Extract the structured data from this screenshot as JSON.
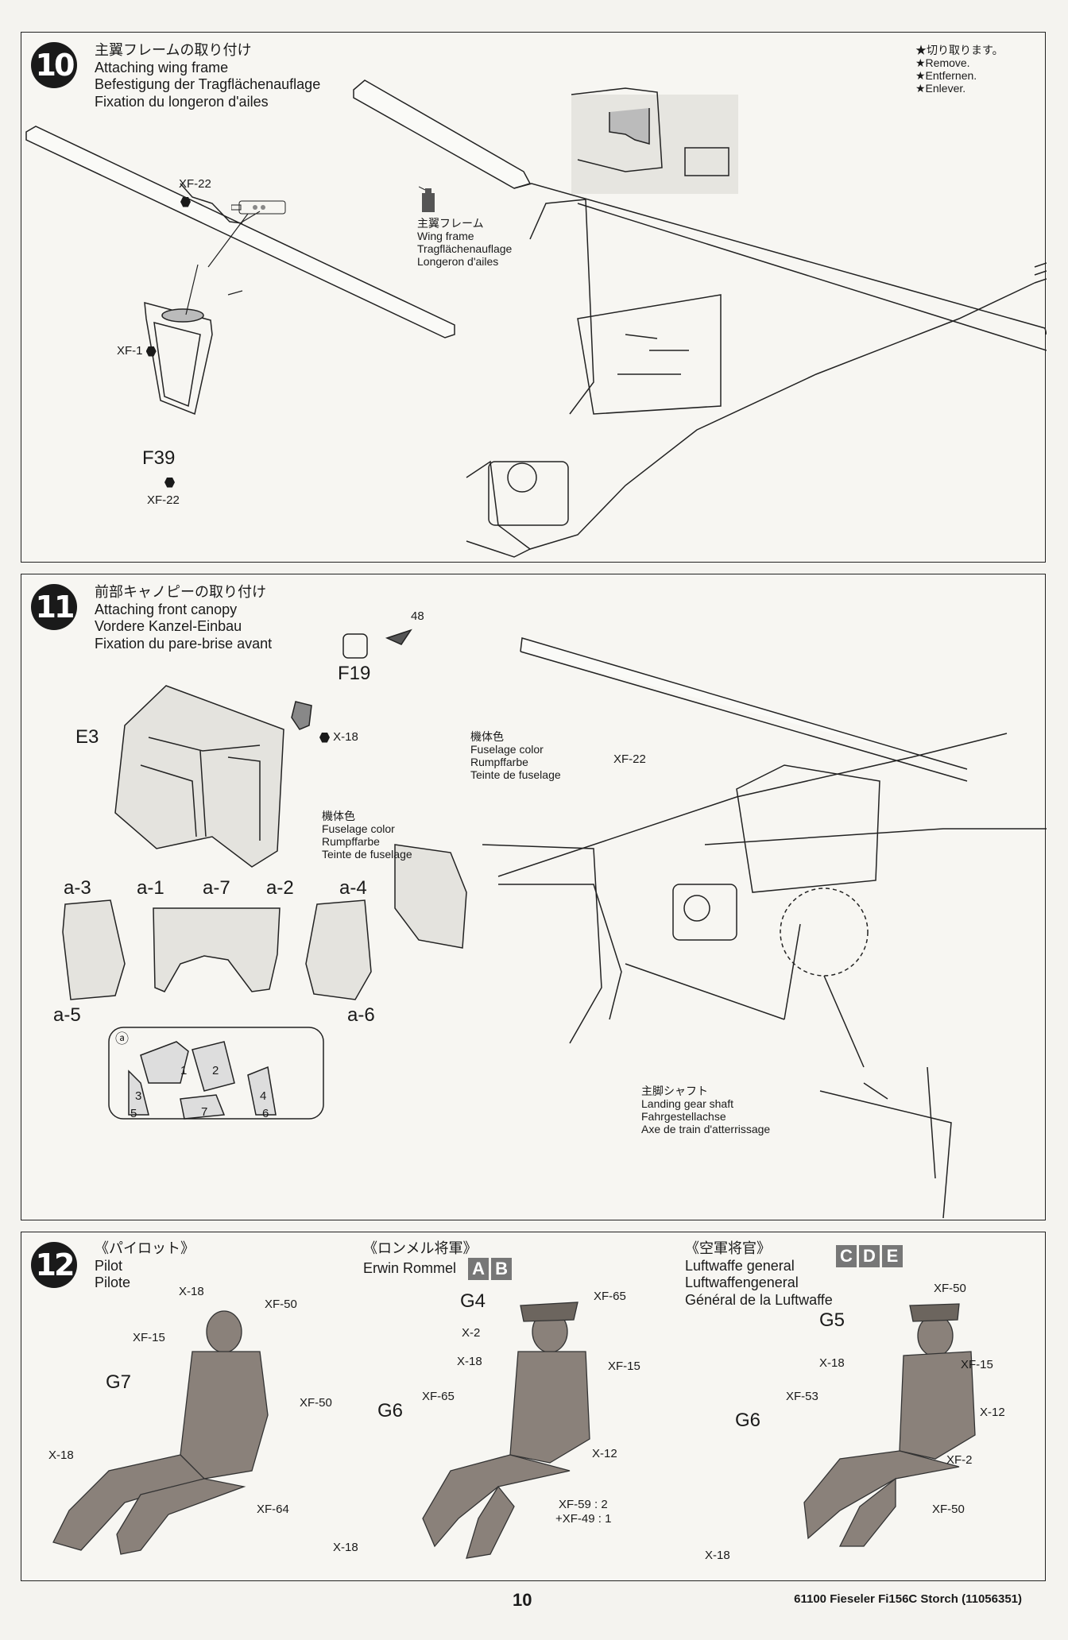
{
  "step10": {
    "number": "10",
    "title_jp": "主翼フレームの取り付け",
    "title_en": "Attaching wing frame",
    "title_de": "Befestigung der Tragflächenauflage",
    "title_fr": "Fixation du longeron d'ailes",
    "remove_jp": "★切り取ります。",
    "remove_en": "★Remove.",
    "remove_de": "★Entfernen.",
    "remove_fr": "★Enlever.",
    "paint_top": "XF-22",
    "paint_left": "XF-1",
    "part_f39": "F39",
    "paint_f39": "XF-22",
    "wingframe_jp": "主翼フレーム",
    "wingframe_en": "Wing frame",
    "wingframe_de": "Tragflächenauflage",
    "wingframe_fr": "Longeron d'ailes"
  },
  "step11": {
    "number": "11",
    "title_jp": "前部キャノピーの取り付け",
    "title_en": "Attaching front canopy",
    "title_de": "Vordere Kanzel-Einbau",
    "title_fr": "Fixation du pare-brise avant",
    "brush_num": "48",
    "part_f19": "F19",
    "paint_f19": "X-18",
    "part_e3": "E3",
    "fuselage_jp": "機体色",
    "fuselage_en": "Fuselage color",
    "fuselage_de": "Rumpffarbe",
    "fuselage_fr": "Teinte de fuselage",
    "fuselage2_jp": "機体色",
    "fuselage2_en": "Fuselage color",
    "fuselage2_de": "Rumpffarbe",
    "fuselage2_fr": "Teinte de fuselage",
    "paint_xf22": "XF-22",
    "decal_labels": [
      "a-3",
      "a-1",
      "a-7",
      "a-2",
      "a-4"
    ],
    "decal_a5": "a-5",
    "decal_a6": "a-6",
    "mask_letter": "ⓐ",
    "mask_nums": [
      "1",
      "2",
      "3",
      "4",
      "5",
      "6",
      "7"
    ],
    "gear_jp": "主脚シャフト",
    "gear_en": "Landing gear shaft",
    "gear_de": "Fahrgestellachse",
    "gear_fr": "Axe de train d'atterrissage"
  },
  "step12": {
    "number": "12",
    "pilot_jp": "《パイロット》",
    "pilot_en": "Pilot",
    "pilot_fr": "Pilote",
    "rommel_jp": "《ロンメル将軍》",
    "rommel_en": "Erwin Rommel",
    "rommel_badges": [
      "A",
      "B"
    ],
    "general_jp": "《空軍将官》",
    "general_en": "Luftwaffe general",
    "general_de": "Luftwaffengeneral",
    "general_fr": "Général de la Luftwaffe",
    "general_badges": [
      "C",
      "D",
      "E"
    ],
    "pilot_parts": {
      "g7": "G7",
      "x18a": "X-18",
      "xf50": "XF-50",
      "xf15": "XF-15",
      "xf50b": "XF-50",
      "x18b": "X-18",
      "xf64": "XF-64"
    },
    "rommel_parts": {
      "g4": "G4",
      "xf65": "XF-65",
      "x2": "X-2",
      "x18": "X-18",
      "xf15": "XF-15",
      "xf65b": "XF-65",
      "g6": "G6",
      "x12": "X-12",
      "xf59": "XF-59 : 2",
      "xf49": "+XF-49 : 1",
      "x18b": "X-18"
    },
    "general_parts": {
      "xf50": "XF-50",
      "g5": "G5",
      "x18": "X-18",
      "xf15": "XF-15",
      "xf53": "XF-53",
      "x12": "X-12",
      "g6": "G6",
      "xf2": "XF-2",
      "xf50b": "XF-50",
      "x18b": "X-18"
    }
  },
  "footer": {
    "page": "10",
    "code": "61100  Fieseler Fi156C Storch (11056351)"
  }
}
